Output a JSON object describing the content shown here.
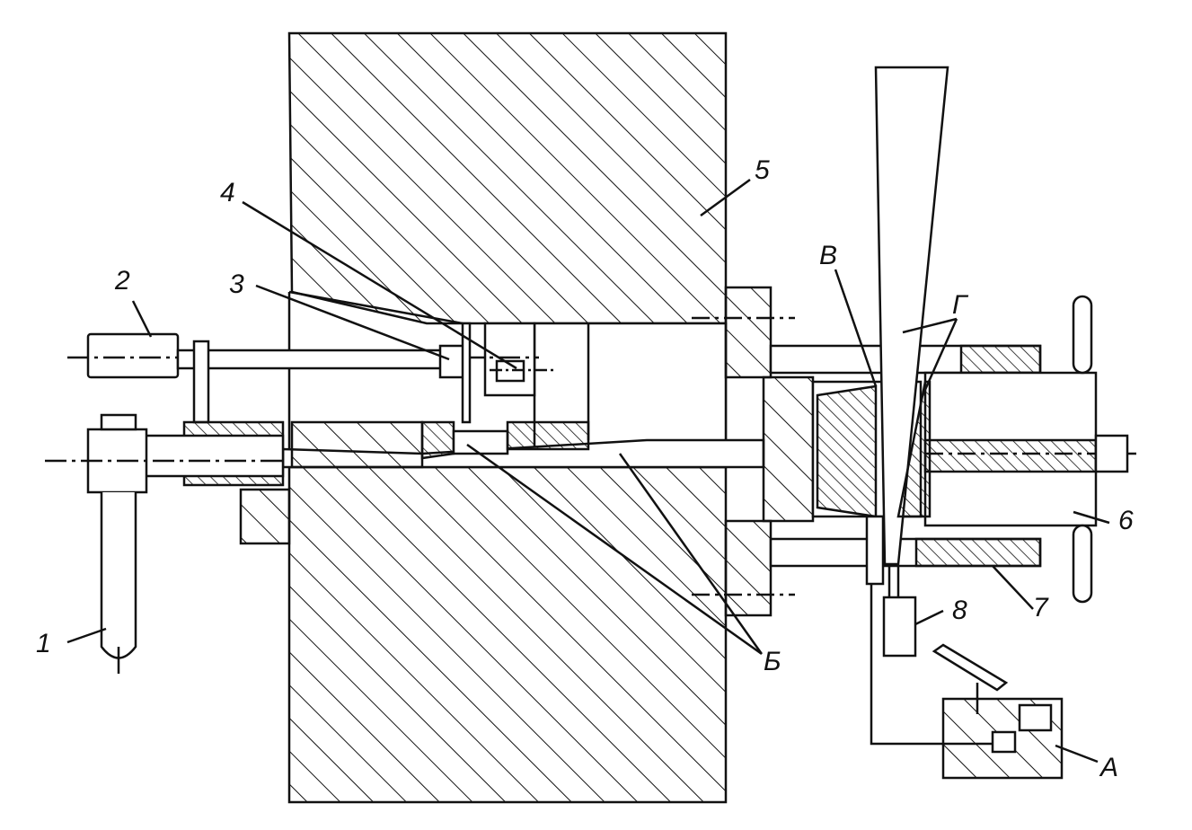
{
  "diagram": {
    "labels": {
      "l1": "1",
      "l2": "2",
      "l3": "3",
      "l4": "4",
      "l5": "5",
      "l6": "6",
      "l7": "7",
      "l8": "8",
      "lA": "А",
      "lB": "Б",
      "lV": "В",
      "lG": "Г"
    },
    "colors": {
      "ink": "#111111",
      "paper": "#ffffff"
    }
  }
}
